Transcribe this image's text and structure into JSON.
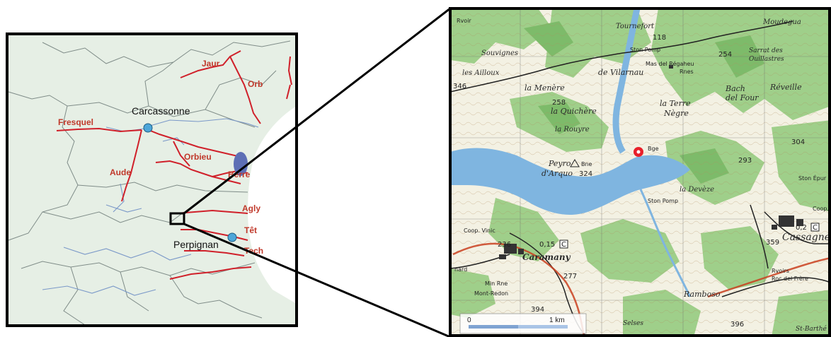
{
  "overview_map": {
    "rivers": [
      "Jaur",
      "Orb",
      "Fresquel",
      "Orbieu",
      "Aude",
      "Berre",
      "Agly",
      "Têt",
      "Tech"
    ],
    "cities": [
      "Carcassonne",
      "Perpignan"
    ],
    "colors": {
      "land": "#e6efe5",
      "river_main": "#d0202a",
      "river_secondary": "#7a98c8",
      "border": "#7f8c88",
      "station": "#4da6d9",
      "lake": "#5d6fb5",
      "frame": "#000000"
    }
  },
  "detail_map": {
    "places": {
      "rvoir": "Rvoir",
      "tournefort": "Tournefort",
      "moudegua": "Moudegua",
      "ston_pomp_top": "Ston Pomp",
      "mas_regaheu": "Mas del Régaheu",
      "rnes": "Rnes",
      "sarrat": "Sarrat des",
      "ouillastres": "Ouillastres",
      "souvignes": "Souvignes",
      "vilarnau": "de Vilarnau",
      "ailloux": "les Ailloux",
      "menere": "la Menère",
      "quichere": "la Quichère",
      "bach": "Bach",
      "del_four": "del Four",
      "reveille": "Réveille",
      "la_terre": "la Terre",
      "negre": "Nègre",
      "rouyre": "la Rouyre",
      "peyro": "Peyro",
      "arquo": "d'Arquo",
      "bne": "Bne",
      "bge": "Bge",
      "deveze": "la Devèze",
      "ston_pomp_lake": "Ston Pomp",
      "coop_vinic": "Coop. Vinic",
      "caramany": "Caramany",
      "min_rne": "Min Rne",
      "mont_redon": "Mont-Redon",
      "rvoirs": "Rvoirs",
      "roc_frere": "Roc del Frère",
      "cassagnes": "Cassagnes",
      "ramboso": "Ramboso",
      "selses": "Selses",
      "st_barthe": "St-Barthé",
      "nard": "nard",
      "ston_epur": "Ston Épur",
      "coop": "Coop."
    },
    "elevations": {
      "e254": "254",
      "e346": "346",
      "e258": "258",
      "e324": "324",
      "e293": "293",
      "e304": "304",
      "e236": "236",
      "e277": "277",
      "e394": "394",
      "e359": "359",
      "e396": "396",
      "e118": "118"
    },
    "map_values": {
      "v015": "0,15",
      "c_badge": "C",
      "v02": "0,2",
      "c_badge2": "C"
    },
    "scale_bar": {
      "start": "0",
      "end": "1 km"
    },
    "colors": {
      "paper": "#f3f1e3",
      "forest": "#9fcf8a",
      "forest_dark": "#7dbb6a",
      "water": "#7fb5e0",
      "contour": "#9a7a50",
      "road": "#222222",
      "village": "#333333",
      "marker": "#e8202a"
    }
  }
}
